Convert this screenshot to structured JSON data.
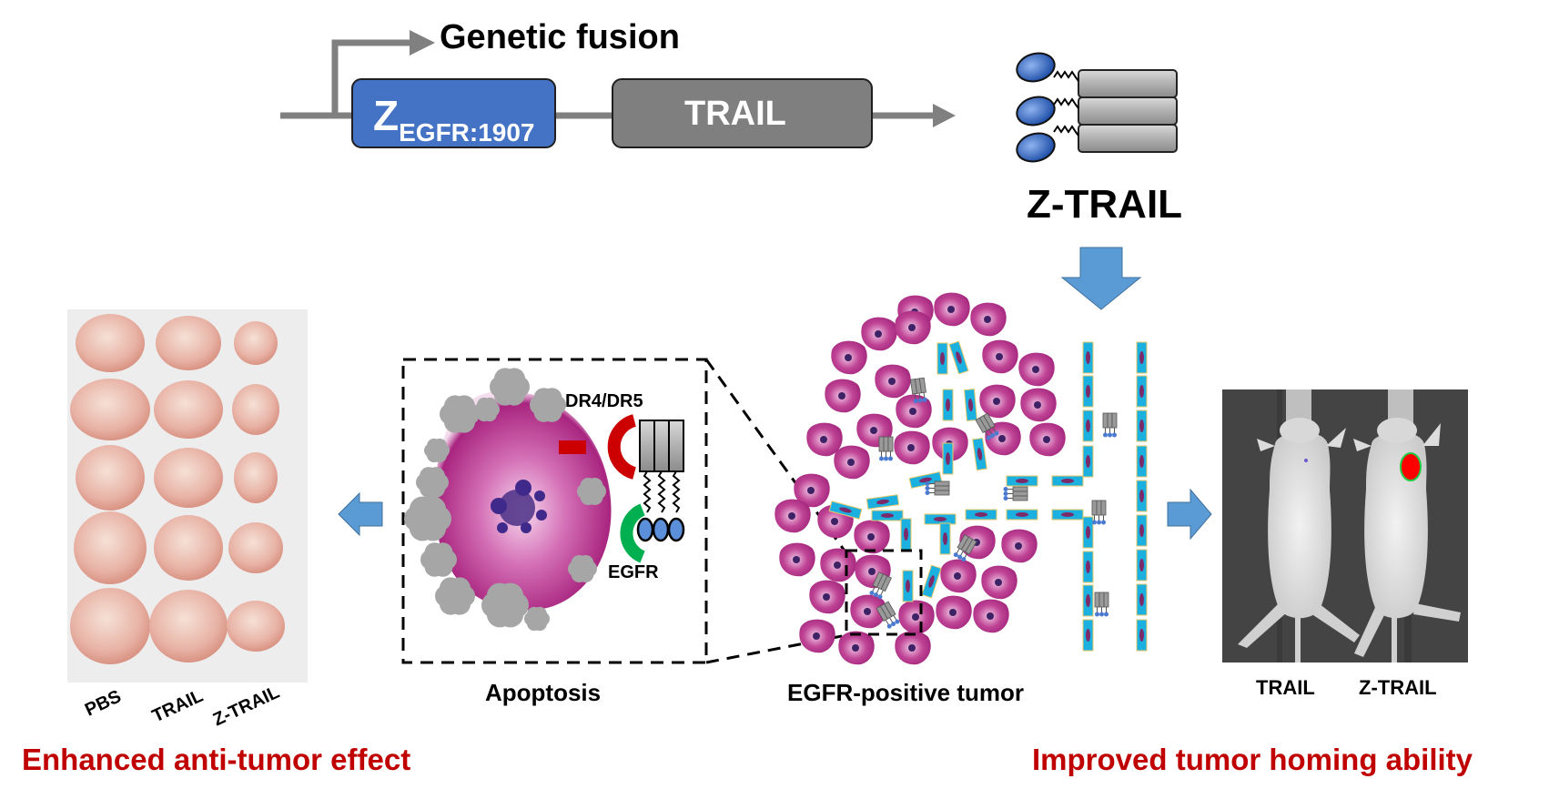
{
  "construct": {
    "title": "Genetic fusion",
    "domain_main": "Z",
    "domain_sub": "EGFR:1907",
    "trail_label": "TRAIL"
  },
  "protein": {
    "label": "Z-TRAIL",
    "subunits": 3
  },
  "tumor": {
    "label": "EGFR-positive tumor"
  },
  "apoptosis": {
    "label": "Apoptosis",
    "receptor_label": "DR4/DR5",
    "egfr_label": "EGFR"
  },
  "tumors_photo": {
    "columns": [
      "PBS",
      "TRAIL",
      "Z-TRAIL"
    ],
    "rows": 5,
    "caption": "Enhanced anti-tumor effect"
  },
  "imaging": {
    "mice": [
      "TRAIL",
      "Z-TRAIL"
    ],
    "caption": "Improved tumor homing ability"
  },
  "colors": {
    "zdomain": "#4472c4",
    "trail": "#808080",
    "arrow": "#5b9bd5",
    "caption": "#c00000",
    "cell": "#a8257f",
    "vessel": "#1cb0e0",
    "receptor_red": "#cc0000",
    "egfr_green": "#00b050"
  }
}
